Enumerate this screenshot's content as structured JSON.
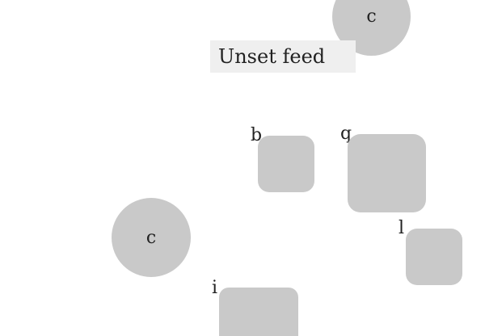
{
  "text_field": {
    "value": "Unset feed"
  },
  "circles": [
    {
      "label": "c"
    },
    {
      "label": "c"
    }
  ],
  "squares": [
    {
      "label": "b"
    },
    {
      "label": "q"
    },
    {
      "label": "l"
    },
    {
      "label": "i"
    }
  ]
}
